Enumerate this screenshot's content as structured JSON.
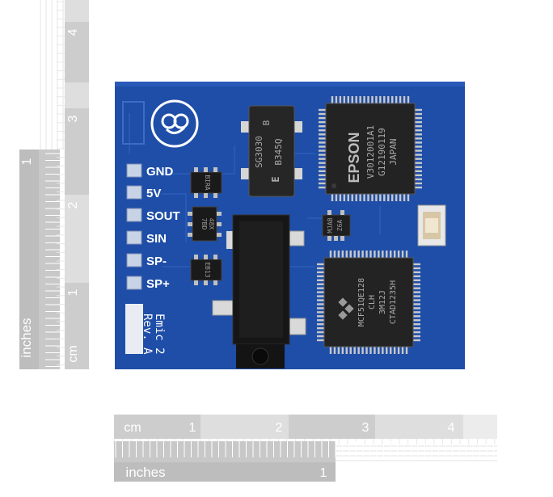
{
  "board": {
    "color": "#1f4ea8",
    "pins": [
      {
        "label": "GND"
      },
      {
        "label": "5V"
      },
      {
        "label": "SOUT"
      },
      {
        "label": "SIN"
      },
      {
        "label": "SP-"
      },
      {
        "label": "SP+"
      }
    ],
    "silkscreen": {
      "product": "Emic 2",
      "revision": "Rev. A"
    },
    "chips": {
      "epson": {
        "brand": "EPSON",
        "line1": "V3012001A1",
        "line2": "G12190119",
        "line3": "JAPAN"
      },
      "mcu": {
        "line1": "MCF51QE128",
        "line2": "CLH",
        "line3": "3M12J",
        "line4": "CTAD1235H"
      },
      "regulator": {
        "line1": "SG3030",
        "line2": "B",
        "line3": "B345Q",
        "line4": "E"
      },
      "small_a": {
        "line1": "MJAB",
        "line2": "Z6A"
      },
      "small_b": {
        "line1": "7BD",
        "line2": "48X"
      },
      "small_c": {
        "line1": "BIRA"
      },
      "small_d": {
        "line1": "EB13"
      }
    }
  },
  "ruler_left": {
    "cm_label": "cm",
    "inches_label": "inches",
    "cm_numbers": [
      "4",
      "3",
      "2",
      "1"
    ],
    "inch_numbers": [
      "1"
    ]
  },
  "ruler_bottom": {
    "cm_label": "cm",
    "inches_label": "inches",
    "cm_numbers": [
      "1",
      "2",
      "3",
      "4"
    ],
    "inch_numbers": [
      "1"
    ]
  }
}
